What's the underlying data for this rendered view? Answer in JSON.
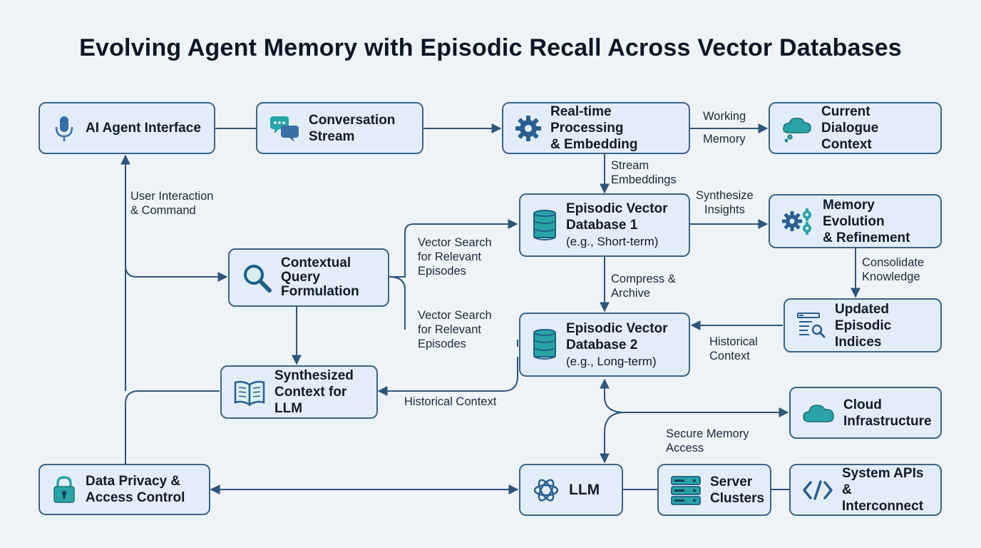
{
  "title": "Evolving Agent Memory with Episodic Recall Across Vector Databases",
  "colors": {
    "stroke": "#2f557a",
    "node_fill": "#e3edf7",
    "accent_teal": "#2aa3a8",
    "accent_blue": "#2a5f8f",
    "background": "#eef3f8"
  },
  "nodes": {
    "ai_agent": {
      "title": "AI Agent Interface",
      "icon": "microphone-icon"
    },
    "conversation": {
      "line1": "Conversation",
      "line2": "Stream",
      "icon": "chat-bubbles-icon"
    },
    "realtime": {
      "line1": "Real-time Processing",
      "line2": "& Embedding",
      "icon": "gear-icon"
    },
    "dialogue": {
      "line1": "Current Dialogue",
      "line2": "Context",
      "icon": "thought-cloud-icon"
    },
    "query": {
      "line1": "Contextual",
      "line2": "Query",
      "line3": "Formulation",
      "icon": "magnifier-icon"
    },
    "db1": {
      "line1": "Episodic Vector",
      "line2": "Database 1",
      "sub": "(e.g., Short-term)",
      "icon": "database-icon"
    },
    "evolution": {
      "line1": "Memory Evolution",
      "line2": "& Refinement",
      "icon": "gears-icon"
    },
    "indices": {
      "line1": "Updated",
      "line2": "Episodic Indices",
      "icon": "index-search-icon"
    },
    "db2": {
      "line1": "Episodic Vector",
      "line2": "Database 2",
      "sub": "(e.g., Long-term)",
      "icon": "database-icon"
    },
    "synth": {
      "line1": "Synthesized",
      "line2": "Context for LLM",
      "icon": "open-book-icon"
    },
    "cloud": {
      "line1": "Cloud",
      "line2": "Infrastructure",
      "icon": "cloud-icon"
    },
    "privacy": {
      "line1": "Data Privacy &",
      "line2": "Access Control",
      "icon": "lock-icon"
    },
    "llm": {
      "title": "LLM",
      "icon": "llm-knot-icon"
    },
    "servers": {
      "line1": "Server",
      "line2": "Clusters",
      "icon": "server-rack-icon"
    },
    "apis": {
      "line1": "System APIs",
      "line2": "& Interconnect",
      "icon": "code-brackets-icon"
    }
  },
  "labels": {
    "working_1": "Working",
    "working_2": "Memory",
    "stream_1": "Stream",
    "stream_2": "Embeddings",
    "synthesize_1": "Synthesize",
    "synthesize_2": "Insights",
    "user_1": "User Interaction",
    "user_2": "& Command",
    "vs1_1": "Vector Search",
    "vs1_2": "for Relevant",
    "vs1_3": "Episodes",
    "vs2_1": "Vector Search",
    "vs2_2": "for Relevant",
    "vs2_3": "Episodes",
    "consolidate_1": "Consolidate",
    "consolidate_2": "Knowledge",
    "compress_1": "Compress &",
    "compress_2": "Archive",
    "hist_right_1": "Historical",
    "hist_right_2": "Context",
    "hist_bottom": "Historical Context",
    "secure_1": "Secure Memory",
    "secure_2": "Access"
  }
}
